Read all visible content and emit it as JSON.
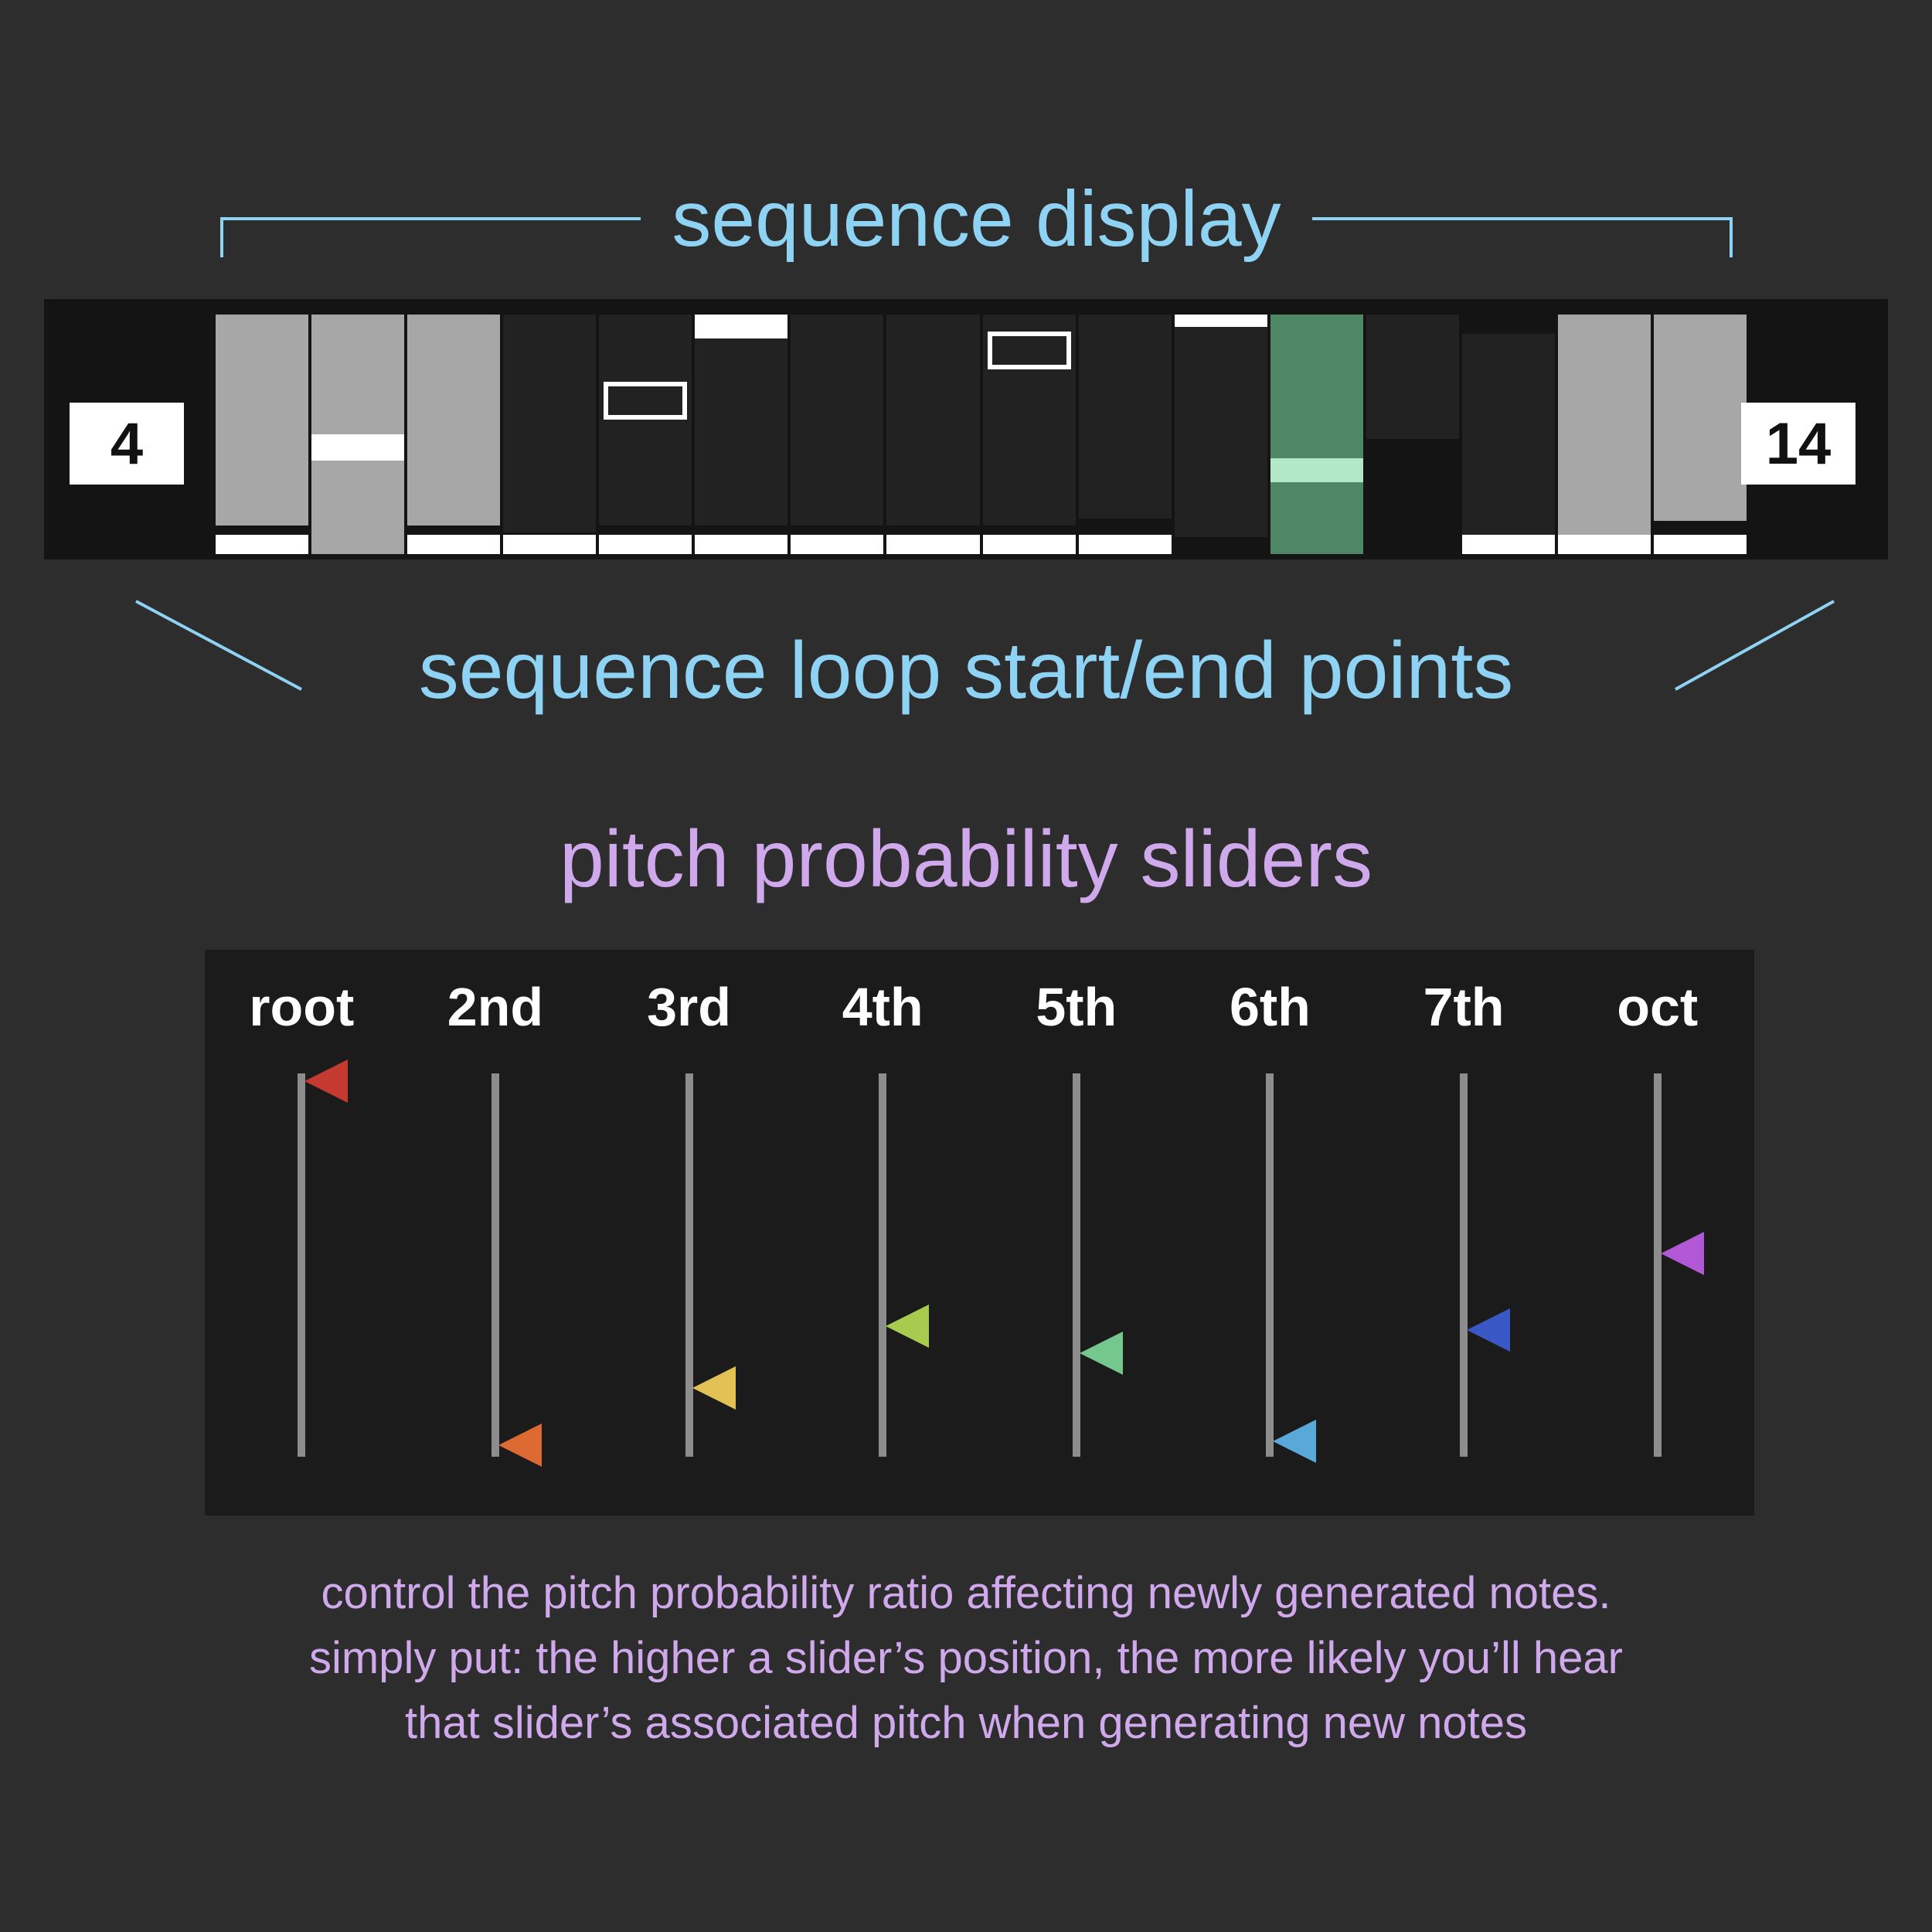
{
  "colors": {
    "page_bg": "#2e2d2d",
    "accent_blue": "#8fd3f4",
    "accent_purple": "#cfa9ec",
    "strip_bg": "#141414",
    "cell_dark": "#222222",
    "cell_gray": "#a7a7a7",
    "cell_green": "#4d8763",
    "panel_bg": "#1b1b1b",
    "track_gray": "#8d8d8d",
    "loop_box_text": "#111111"
  },
  "sequence_display": {
    "label": "sequence display",
    "loop_start": "4",
    "loop_end": "14",
    "loop_points_label": "sequence loop start/end points",
    "steps": [
      {
        "fill": "gray",
        "block": [
          0,
          88
        ],
        "base": true
      },
      {
        "fill": "gray",
        "block": [
          0,
          100
        ],
        "band": [
          50,
          61
        ],
        "band_color": "#ffffff"
      },
      {
        "fill": "gray",
        "block": [
          0,
          88
        ],
        "base": true
      },
      {
        "fill": "dark",
        "block": [
          0,
          91
        ],
        "base": true
      },
      {
        "fill": "dark",
        "block": [
          0,
          88
        ],
        "hollow": [
          28,
          44
        ],
        "base": true
      },
      {
        "fill": "dark",
        "block": [
          10,
          88
        ],
        "topwhite": [
          0,
          10
        ],
        "base": true
      },
      {
        "fill": "dark",
        "block": [
          0,
          88
        ],
        "base": true
      },
      {
        "fill": "dark",
        "block": [
          0,
          88
        ],
        "base": true
      },
      {
        "fill": "dark",
        "block": [
          0,
          88
        ],
        "hollow": [
          7,
          23
        ],
        "base": true
      },
      {
        "fill": "dark",
        "block": [
          0,
          85
        ],
        "base": true
      },
      {
        "fill": "dark",
        "block": [
          5,
          93
        ],
        "topwhite": [
          0,
          5
        ]
      },
      {
        "fill": "green",
        "block": [
          0,
          100
        ],
        "band": [
          60,
          70
        ],
        "band_color": "#b2e8c5"
      },
      {
        "fill": "dark",
        "block": [
          0,
          52
        ]
      },
      {
        "fill": "dark",
        "block": [
          8,
          92
        ],
        "base": true
      },
      {
        "fill": "gray",
        "block": [
          0,
          92
        ],
        "base": true
      },
      {
        "fill": "gray",
        "block": [
          0,
          86
        ],
        "base": true
      }
    ]
  },
  "pitch_sliders": {
    "title": "pitch probability sliders",
    "items": [
      {
        "label": "root",
        "color": "#c43a31",
        "position_pct": 2
      },
      {
        "label": "2nd",
        "color": "#de6a33",
        "position_pct": 97
      },
      {
        "label": "3rd",
        "color": "#e2c255",
        "position_pct": 82
      },
      {
        "label": "4th",
        "color": "#a6cb4e",
        "position_pct": 66
      },
      {
        "label": "5th",
        "color": "#74c78d",
        "position_pct": 73
      },
      {
        "label": "6th",
        "color": "#58a9d7",
        "position_pct": 96
      },
      {
        "label": "7th",
        "color": "#3a57c6",
        "position_pct": 67
      },
      {
        "label": "oct",
        "color": "#b058d5",
        "position_pct": 47
      }
    ]
  },
  "caption": {
    "lines": [
      "control the pitch probability ratio affecting newly generated notes.",
      "simply put: the higher a slider’s position, the more likely you’ll hear",
      "that slider’s associated pitch when generating new notes"
    ]
  }
}
